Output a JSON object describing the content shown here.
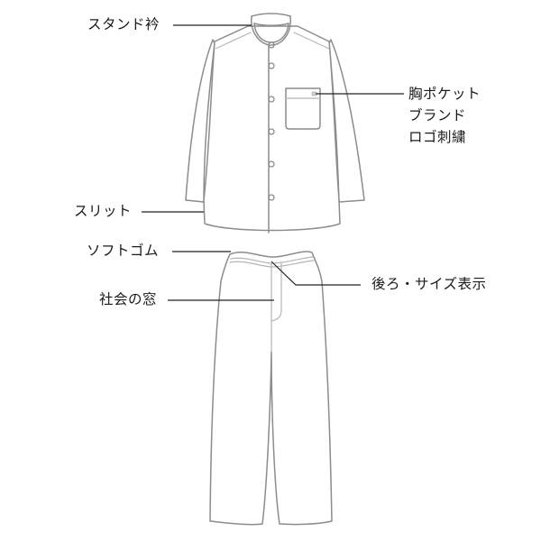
{
  "diagram": {
    "title": "Pajama product feature callouts",
    "colors": {
      "outline": "#8c8c8c",
      "detail": "#b5b5b5",
      "leader": "#222222",
      "text": "#1a1a1a",
      "background": "#ffffff"
    },
    "callouts": [
      {
        "id": "stand-collar",
        "label": "スタンド衿",
        "target": "shirt collar"
      },
      {
        "id": "chest-pocket",
        "lines": [
          "胸ポケット",
          "ブランド",
          "ロゴ刺繍"
        ],
        "target": "chest pocket with brand logo embroidery"
      },
      {
        "id": "slit",
        "label": "スリット",
        "target": "shirt side slit"
      },
      {
        "id": "soft-elastic",
        "label": "ソフトゴム",
        "target": "pants waistband"
      },
      {
        "id": "fly",
        "label": "社会の窓",
        "target": "pants fly"
      },
      {
        "id": "back-size-label",
        "label": "後ろ・サイズ表示",
        "target": "back waistband size tag"
      }
    ],
    "garments": {
      "shirt": {
        "buttons": 6,
        "has_pocket": true,
        "collar": "stand"
      },
      "pants": {
        "waist": "elastic",
        "has_fly": true
      }
    }
  }
}
